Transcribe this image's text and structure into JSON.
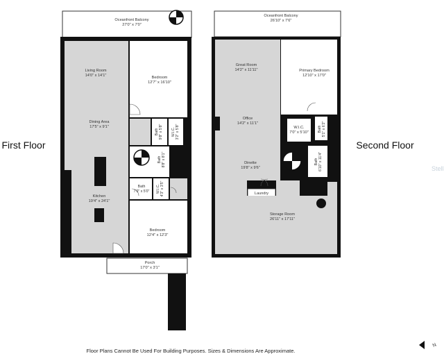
{
  "floors": {
    "first": "First Floor",
    "second": "Second Floor"
  },
  "rooms_first": [
    {
      "id": "balcony-1",
      "name": "Oceanfront Balcony",
      "dims": "27'0\" x 7'0\""
    },
    {
      "id": "living",
      "name": "Living Room",
      "dims": "14'0\" x 14'1\""
    },
    {
      "id": "bedroom-1",
      "name": "Bedroom",
      "dims": "12'7\" x 16'10\""
    },
    {
      "id": "dining",
      "name": "Dining Area",
      "dims": "17'5\" x 9'1\""
    },
    {
      "id": "bath-1a",
      "name": "Bath",
      "dims": "9'8\" x 5'8\""
    },
    {
      "id": "wic-1a",
      "name": "W.I.C.",
      "dims": "3'2\" x 5'8\""
    },
    {
      "id": "bath-1b",
      "name": "Bath",
      "dims": "8'8\" x 8'1\""
    },
    {
      "id": "bath-1c",
      "name": "Bath",
      "dims": "7'0\" x 5'0\""
    },
    {
      "id": "wic-1b",
      "name": "W.I.C.",
      "dims": "4'3\" x 3'5\""
    },
    {
      "id": "kitchen",
      "name": "Kitchen",
      "dims": "19'4\" x 24'1\""
    },
    {
      "id": "bedroom-2",
      "name": "Bedroom",
      "dims": "12'4\" x 12'3\""
    },
    {
      "id": "porch",
      "name": "Porch",
      "dims": "17'0\" x 3'1\""
    }
  ],
  "rooms_second": [
    {
      "id": "balcony-2",
      "name": "Oceanfront Balcony",
      "dims": "26'10\" x 7'6\""
    },
    {
      "id": "great-room",
      "name": "Great Room",
      "dims": "14'2\" x 11'11\""
    },
    {
      "id": "primary-bedroom",
      "name": "Primary Bedroom",
      "dims": "12'10\" x 17'0\""
    },
    {
      "id": "office",
      "name": "Office",
      "dims": "14'2\" x 11'1\""
    },
    {
      "id": "wic-2",
      "name": "W.I.C.",
      "dims": "7'0\" x 5'10\""
    },
    {
      "id": "bath-2a",
      "name": "Bath",
      "dims": "5'1\" x 6'2\""
    },
    {
      "id": "dinette",
      "name": "Dinette",
      "dims": "19'8\" x 9'6\""
    },
    {
      "id": "bath-2b",
      "name": "Bath",
      "dims": "6'10\" x 11'4\""
    },
    {
      "id": "laundry",
      "name": "Laundry",
      "dims": ""
    },
    {
      "id": "storage",
      "name": "Storage Room",
      "dims": "26'11\" x 17'11\""
    }
  ],
  "disclaimer": "Floor Plans Cannot Be Used For Building Purposes. Sizes & Dimensions Are Approximate.",
  "watermark": "Stellar",
  "compass": "N",
  "colors": {
    "wall": "#111111",
    "floor": "#d6d6d6",
    "room": "#ffffff",
    "label": "#333333"
  }
}
